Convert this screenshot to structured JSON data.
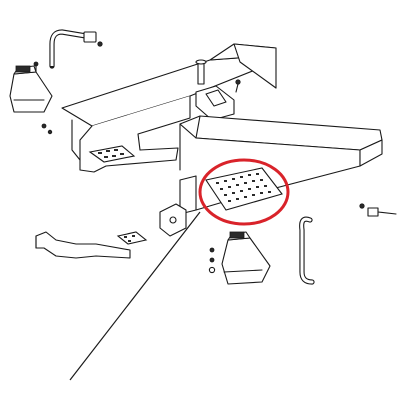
{
  "diagram": {
    "highlight_color": "#d9232a",
    "line_color": "#1a1a1a",
    "background": "#ffffff",
    "parts": [
      "left-rubber-mount",
      "left-handrail",
      "main-frame-plate",
      "left-step-tread",
      "center-mount-block",
      "right-side-rail",
      "highlighted-step-tread",
      "front-bracket-arm",
      "small-step-plate",
      "right-rubber-mount",
      "right-handrail",
      "bolt-right",
      "pointer-line"
    ]
  }
}
